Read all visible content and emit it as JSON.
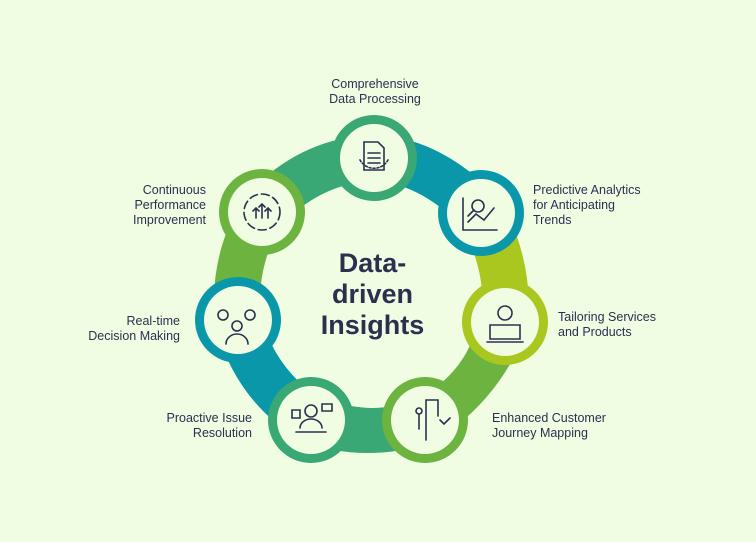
{
  "title": [
    "Data-",
    "driven",
    "Insights"
  ],
  "nodes": [
    {
      "label": [
        "Comprehensive",
        "Data Processing"
      ],
      "icon": "document-gear-icon",
      "color": "#3aa874"
    },
    {
      "label": [
        "Predictive Analytics",
        "for Anticipating",
        "Trends"
      ],
      "icon": "chart-magnifier-icon",
      "color": "#0a97a9"
    },
    {
      "label": [
        "Tailoring Services",
        "and Products"
      ],
      "icon": "person-laptop-icon",
      "color": "#a9c71e"
    },
    {
      "label": [
        "Enhanced Customer",
        "Journey Mapping"
      ],
      "icon": "journey-flow-icon",
      "color": "#6cb33f"
    },
    {
      "label": [
        "Proactive Issue",
        "Resolution"
      ],
      "icon": "support-agent-icon",
      "color": "#3aa874"
    },
    {
      "label": [
        "Real-time",
        "Decision Making"
      ],
      "icon": "decision-person-icon",
      "color": "#0a97a9"
    },
    {
      "label": [
        "Continuous",
        "Performance",
        "Improvement"
      ],
      "icon": "improvement-cycle-icon",
      "color": "#6cb33f"
    }
  ]
}
